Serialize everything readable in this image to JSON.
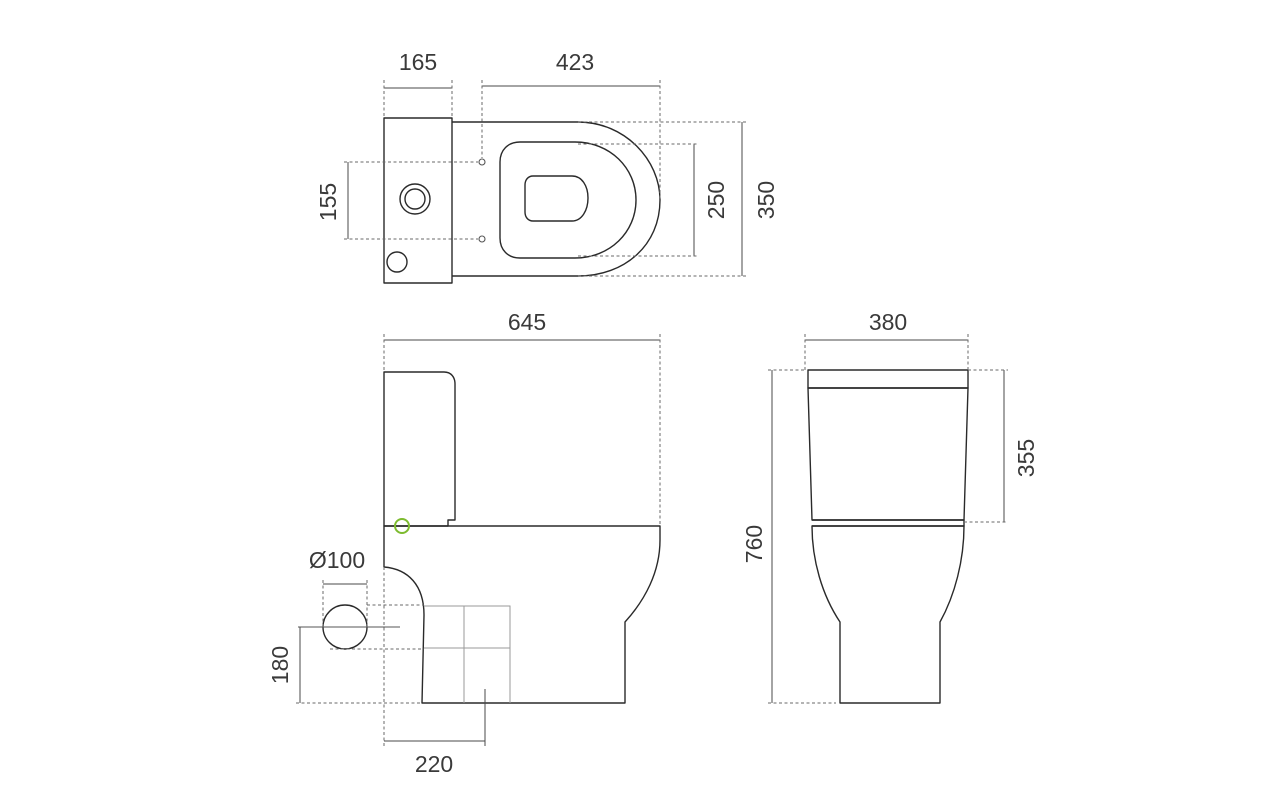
{
  "dimensions": {
    "top_tank_depth": "165",
    "top_fixing_to_front": "423",
    "top_fixing_spacing": "155",
    "top_seat_width": "250",
    "top_overall_width": "350",
    "side_overall_length": "645",
    "side_outlet_diameter": "Ø100",
    "side_outlet_height": "180",
    "side_outlet_setback": "220",
    "front_overall_width": "380",
    "front_cistern_height": "355",
    "front_overall_height": "760"
  },
  "colors": {
    "line": "#2a2a2a",
    "dimension": "#4a4a4a",
    "accent_button": "#7dbb2f"
  }
}
